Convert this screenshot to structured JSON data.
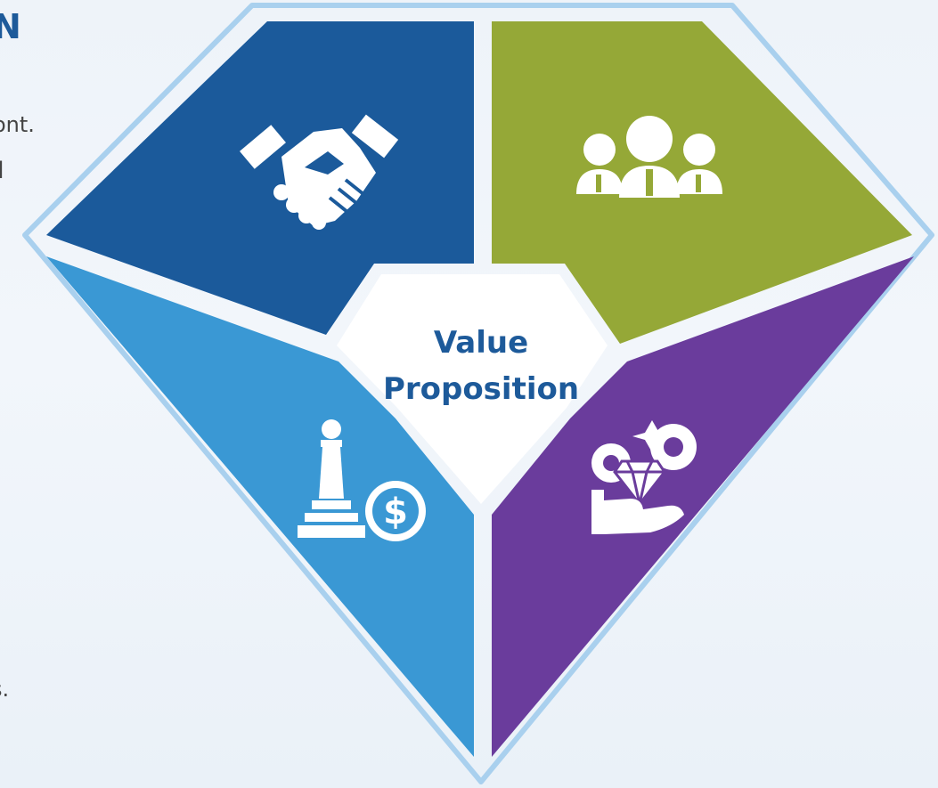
{
  "side_text": {
    "heading_fragment": "N",
    "line1_fragment": "ont.",
    "line2_fragment": "d",
    "line3_fragment": "s."
  },
  "diagram": {
    "center_label_line1": "Value",
    "center_label_line2": "Proposition",
    "segments": [
      {
        "name": "top-left",
        "color": "#1b5a9b",
        "icon": "handshake-icon"
      },
      {
        "name": "top-right",
        "color": "#95a837",
        "icon": "team-icon"
      },
      {
        "name": "bottom-left",
        "color": "#3a98d4",
        "icon": "chess-pawn-dollar-icon"
      },
      {
        "name": "bottom-right",
        "color": "#6a3c9c",
        "icon": "gears-diamond-hand-icon"
      }
    ],
    "outline_color": "#a9d0ee",
    "center_color": "#ffffff"
  }
}
